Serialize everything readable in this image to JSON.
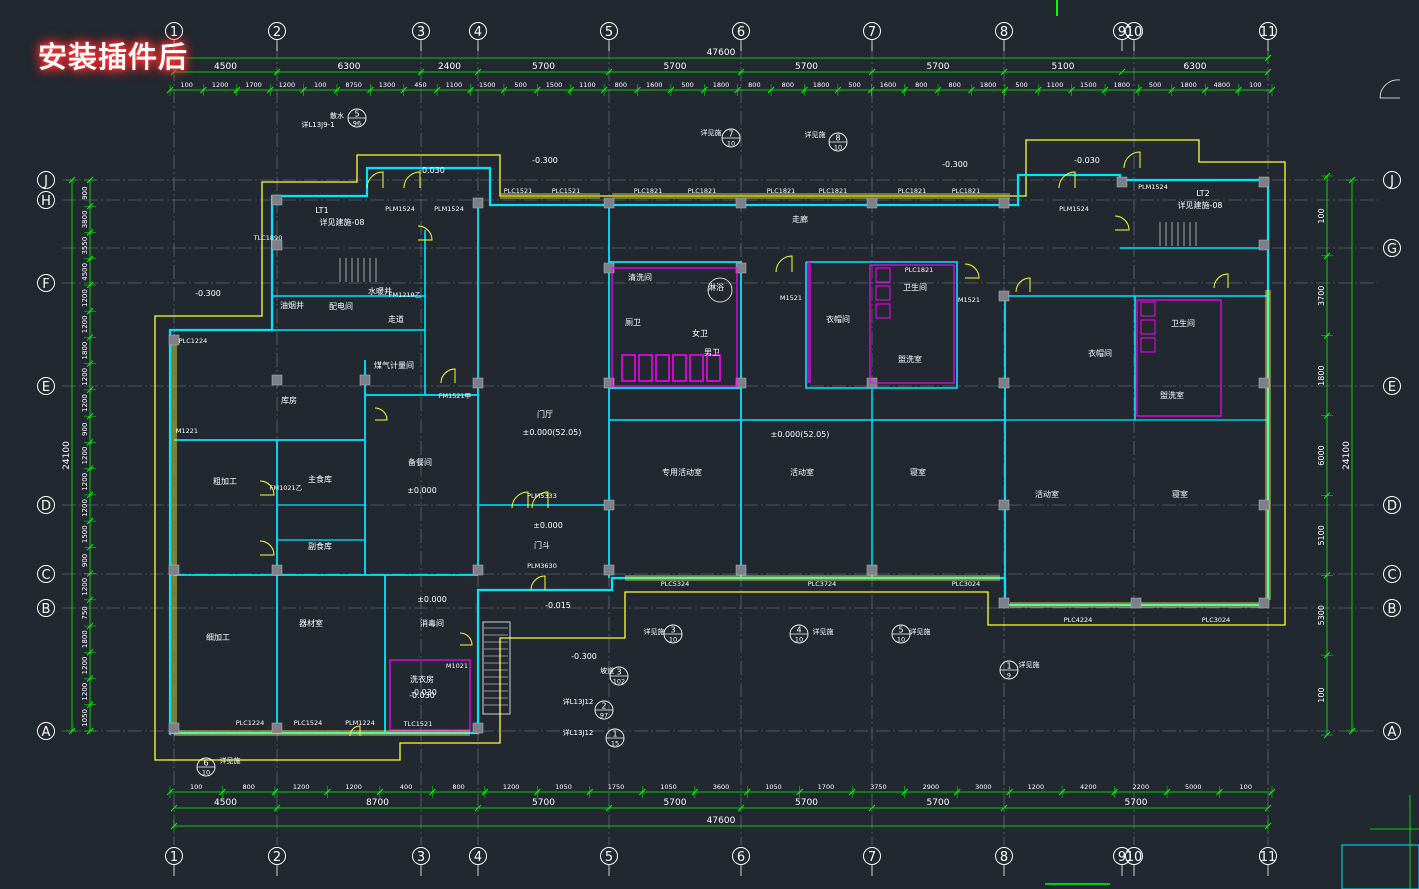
{
  "banner": {
    "text": "安装插件后"
  },
  "colors": {
    "background": "#212830",
    "wall": "#00e5ff",
    "dim": "#00ff00",
    "axis": "#ffffff",
    "accent": "#ff00ff",
    "window": "#ffff33"
  },
  "grid": {
    "columns": [
      "1",
      "2",
      "3",
      "4",
      "5",
      "6",
      "7",
      "8",
      "9",
      "10",
      "11"
    ],
    "rows": [
      "J",
      "H",
      "G",
      "F",
      "E",
      "D",
      "C",
      "B",
      "A"
    ]
  },
  "dims": {
    "top_overall": "47600",
    "bottom_overall": "47600",
    "top_bays": [
      "4500",
      "6300",
      "2400",
      "5700",
      "5700",
      "5700",
      "5700",
      "5100",
      "6300"
    ],
    "top_detail": [
      "100",
      "1200",
      "1700",
      "1200",
      "100",
      "8750",
      "1300",
      "450",
      "1100",
      "1500",
      "500",
      "1500",
      "1100",
      "800",
      "1600",
      "500",
      "1800",
      "800",
      "800",
      "1800",
      "500",
      "1600",
      "800",
      "800",
      "1800",
      "500",
      "1100",
      "1500",
      "1800",
      "500",
      "1800",
      "4800",
      "100"
    ],
    "bottom_bays": [
      "4500",
      "8700",
      "5700",
      "5700",
      "5700",
      "5700",
      "5700"
    ],
    "bottom_detail": [
      "100",
      "800",
      "1200",
      "1200",
      "400",
      "800",
      "1200",
      "1050",
      "1750",
      "1050",
      "3600",
      "1050",
      "1700",
      "3750",
      "2900",
      "3000",
      "1200",
      "4200",
      "2200",
      "5000",
      "100"
    ],
    "left_overall": "24100",
    "left_detail": [
      "900",
      "3800",
      "3550",
      "4500",
      "1200",
      "1200",
      "1800",
      "1200",
      "1200",
      "900",
      "1200",
      "1200",
      "1200",
      "1500",
      "900",
      "1200",
      "750",
      "1800",
      "1200",
      "1200",
      "1050"
    ],
    "right_overall": "24100",
    "right_detail": [
      "100",
      "3700",
      "1800",
      "6000",
      "5100",
      "5300",
      "100"
    ]
  },
  "rooms": [
    {
      "label": "LT1"
    },
    {
      "label": "详见建施-08"
    },
    {
      "label": "LT2"
    },
    {
      "label": "详见建施-08"
    },
    {
      "label": "门厅"
    },
    {
      "label": "±0.000(52.05)"
    },
    {
      "label": "专用活动室"
    },
    {
      "label": "活动室"
    },
    {
      "label": "寝室"
    },
    {
      "label": "活动室"
    },
    {
      "label": "寝室"
    },
    {
      "label": "±0.000(52.05)"
    },
    {
      "label": "衣帽间"
    },
    {
      "label": "衣帽间"
    },
    {
      "label": "卫生间"
    },
    {
      "label": "卫生间"
    },
    {
      "label": "盥洗室"
    },
    {
      "label": "盥洗室"
    },
    {
      "label": "清洗间"
    },
    {
      "label": "淋浴"
    },
    {
      "label": "厕卫"
    },
    {
      "label": "女卫"
    },
    {
      "label": "男卫"
    },
    {
      "label": "库房"
    },
    {
      "label": "备餐间"
    },
    {
      "label": "±0.000"
    },
    {
      "label": "主食库"
    },
    {
      "label": "副食库"
    },
    {
      "label": "粗加工"
    },
    {
      "label": "细加工"
    },
    {
      "label": "器材室"
    },
    {
      "label": "消毒间"
    },
    {
      "label": "±0.000"
    },
    {
      "label": "洗衣房"
    },
    {
      "label": "-0.030"
    },
    {
      "label": "门斗"
    },
    {
      "label": "±0.000"
    },
    {
      "label": "走廊"
    },
    {
      "label": "配电间"
    },
    {
      "label": "水暖井"
    },
    {
      "label": "油烟井"
    },
    {
      "label": "煤气计量间"
    },
    {
      "label": "走道"
    }
  ],
  "doors": [
    {
      "label": "PLM1524"
    },
    {
      "label": "PLM1524"
    },
    {
      "label": "PLM1524"
    },
    {
      "label": "PLM1524"
    },
    {
      "label": "PLM5333"
    },
    {
      "label": "PLM3630"
    },
    {
      "label": "PLM1224"
    },
    {
      "label": "FM1521甲"
    },
    {
      "label": "M1221"
    },
    {
      "label": "M1521"
    },
    {
      "label": "M1521"
    },
    {
      "label": "M1021"
    },
    {
      "label": "FM1219乙"
    },
    {
      "label": "FM1021乙"
    }
  ],
  "windows": [
    {
      "label": "PLC1521"
    },
    {
      "label": "PLC1521"
    },
    {
      "label": "PLC1821"
    },
    {
      "label": "PLC1821"
    },
    {
      "label": "PLC1821"
    },
    {
      "label": "PLC1821"
    },
    {
      "label": "PLC1821"
    },
    {
      "label": "PLC1821"
    },
    {
      "label": "PLC5324"
    },
    {
      "label": "PLC3724"
    },
    {
      "label": "PLC3024"
    },
    {
      "label": "PLC4224"
    },
    {
      "label": "PLC3024"
    },
    {
      "label": "PLC1224"
    },
    {
      "label": "PLC1224"
    },
    {
      "label": "PLC1524"
    },
    {
      "label": "TLC1521"
    },
    {
      "label": "TLC1890"
    },
    {
      "label": "PLC1821"
    }
  ],
  "levels": [
    "-0.300",
    "-0.300",
    "-0.030",
    "-0.030",
    "-0.300",
    "-0.300",
    "-0.015",
    "-0.030"
  ],
  "notes": [
    {
      "text": "散水"
    },
    {
      "text": "详L13J9-1"
    },
    {
      "text": "详见施"
    },
    {
      "text": "详L13J12"
    },
    {
      "text": "详L13J12"
    },
    {
      "text": "坡道"
    },
    {
      "text": "详见施"
    },
    {
      "text": "详见施"
    },
    {
      "text": "详见施"
    },
    {
      "text": "详见施"
    },
    {
      "text": "详见施"
    },
    {
      "text": "详见施"
    }
  ],
  "markers": [
    {
      "num": "5",
      "den": "96"
    },
    {
      "num": "7",
      "den": "10"
    },
    {
      "num": "8",
      "den": "10"
    },
    {
      "num": "3",
      "den": "10"
    },
    {
      "num": "4",
      "den": "10"
    },
    {
      "num": "5",
      "den": "10"
    },
    {
      "num": "1",
      "den": "9"
    },
    {
      "num": "6",
      "den": "10"
    },
    {
      "num": "3",
      "den": "102"
    },
    {
      "num": "2",
      "den": "97"
    },
    {
      "num": "1",
      "den": "15"
    }
  ]
}
